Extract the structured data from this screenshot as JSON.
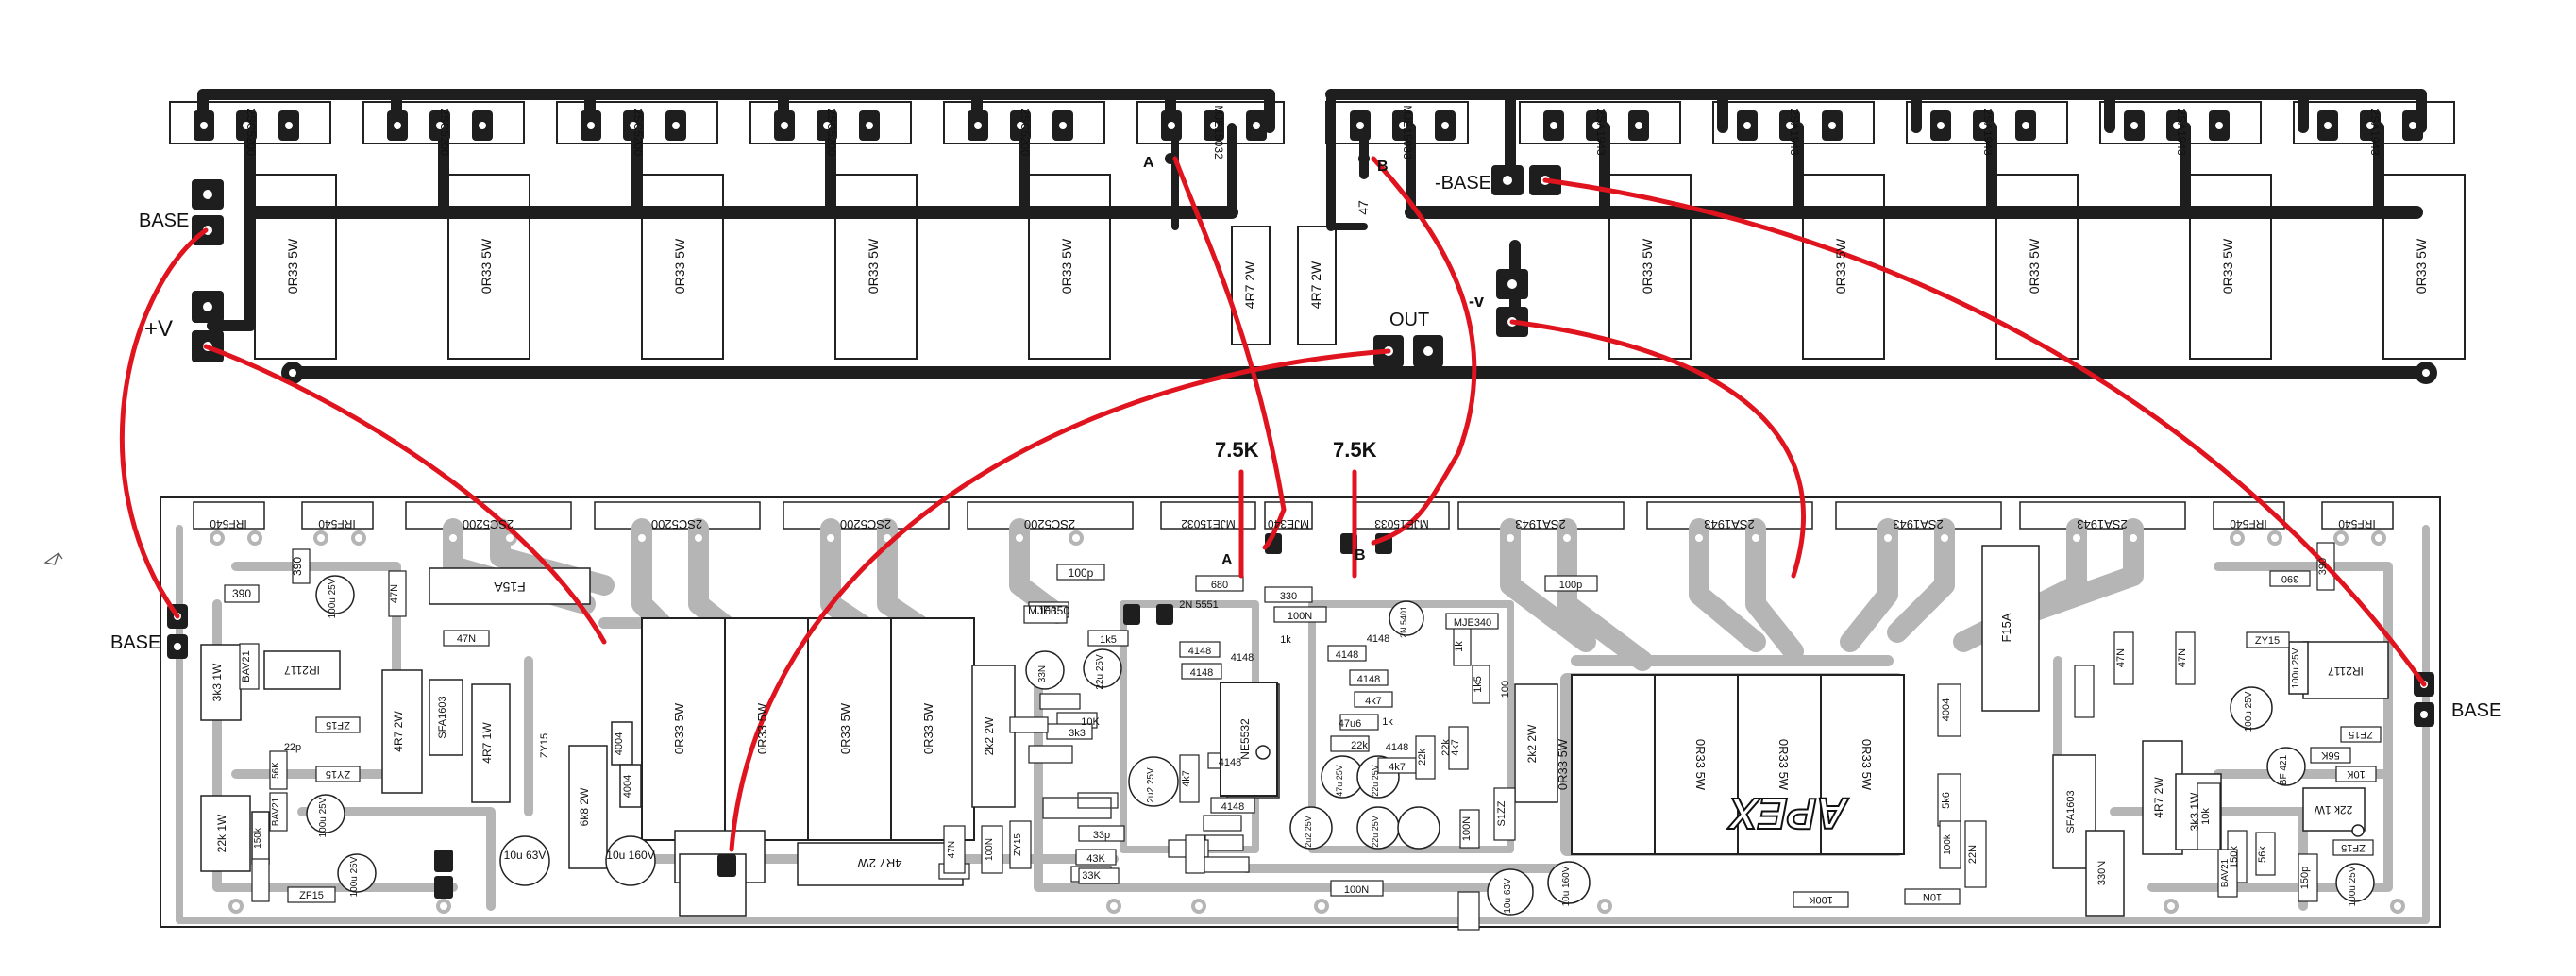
{
  "board": {
    "brand_mark": "APEX"
  },
  "heatsink_board": {
    "npn_transistor_label": "2SC5200",
    "pnp_transistor_label": "2SA1943",
    "left_driver_label": "MJE15032",
    "right_driver_label": "MJE15033",
    "emitter_resistor_label": "0R33 5W",
    "base_resistor_label": "4R7 2W",
    "small_resistor_label": "47",
    "terminal_labels": {
      "base_left": "BASE",
      "plus_v": "+V",
      "minus_base": "-BASE",
      "minus_v": "-v",
      "out": "OUT",
      "a": "A",
      "b": "B"
    }
  },
  "main_board": {
    "annotations": {
      "resistor_a": "7.5K",
      "resistor_b": "7.5K",
      "base_left": "BASE",
      "base_right": "BASE",
      "point_a": "A",
      "point_b": "B"
    },
    "top_row_labels": [
      "IRF540",
      "IRF540",
      "2SC5200",
      "2SC5200",
      "2SC5200",
      "2SC5200",
      "MJE15032",
      "MJE340",
      "MJE15033",
      "2SA1943",
      "2SA1943",
      "2SA1943",
      "2SA1943",
      "IRF540",
      "IRF540"
    ],
    "center_resistors": [
      "0R33 5W",
      "0R33 5W",
      "0R33 5W",
      "0R33 5W"
    ],
    "right_center_resistors": [
      "0R33 5W",
      "0R33 5W",
      "0R33 5W",
      "0R33 5W"
    ],
    "components_left": [
      "3k3 1W",
      "IR2117",
      "BAV21",
      "390",
      "390",
      "100u 25V",
      "47N",
      "F15A",
      "47N",
      "SFA1603",
      "4R7 2W",
      "4R7 1W",
      "ZF15",
      "ZY15",
      "22p",
      "56K",
      "22k 1W",
      "150k",
      "BAV21",
      "100u 25V",
      "ZF15",
      "100u 25V",
      "10u 63V",
      "6k8 2W",
      "ZY15",
      "4004",
      "4004",
      "10u 160V"
    ],
    "components_center": [
      "100p",
      "MJE350",
      "2N 5551",
      "100",
      "1k5",
      "33N",
      "10K",
      "3k3",
      "22u 25V",
      "4148",
      "4148",
      "4148",
      "2k2 2W",
      "NE5532",
      "4k7",
      "4148",
      "4148",
      "2u2 25V",
      "33p",
      "43K",
      "33K",
      "4R7 2W",
      "47N",
      "100N",
      "ZY15",
      "680",
      "330",
      "100N",
      "1k",
      "4148",
      "4148",
      "4k7",
      "1k",
      "22k",
      "47u6",
      "4k7",
      "22u 25V",
      "22u 25V",
      "2N 5401",
      "4148",
      "47u 25V",
      "22k",
      "4k7",
      "4148",
      "2u2 25V",
      "100N",
      "100N",
      "1k",
      "MJE340",
      "100p",
      "1k5",
      "100",
      "2k2 2W",
      "S1ZZ",
      "10u 63V",
      "10u 160V",
      "22k"
    ],
    "components_right": [
      "100K",
      "10N",
      "F15A",
      "SFA1603",
      "4R7 2W",
      "4004",
      "100k",
      "5k6",
      "22N",
      "330N",
      "47N",
      "47N",
      "ZY15",
      "3k3 1W",
      "10k",
      "150k",
      "56k",
      "BAV21",
      "150p",
      "100u 25V",
      "BF 421",
      "56K",
      "10K",
      "22k 1W",
      "ZF15",
      "100u 25V",
      "IR2117",
      "ZF15",
      "100u 25V",
      "390",
      "390"
    ]
  },
  "colors": {
    "copper_dark": "#1e1e1e",
    "copper_grey": "#b5b5b5",
    "wire_red": "#e0141e"
  }
}
